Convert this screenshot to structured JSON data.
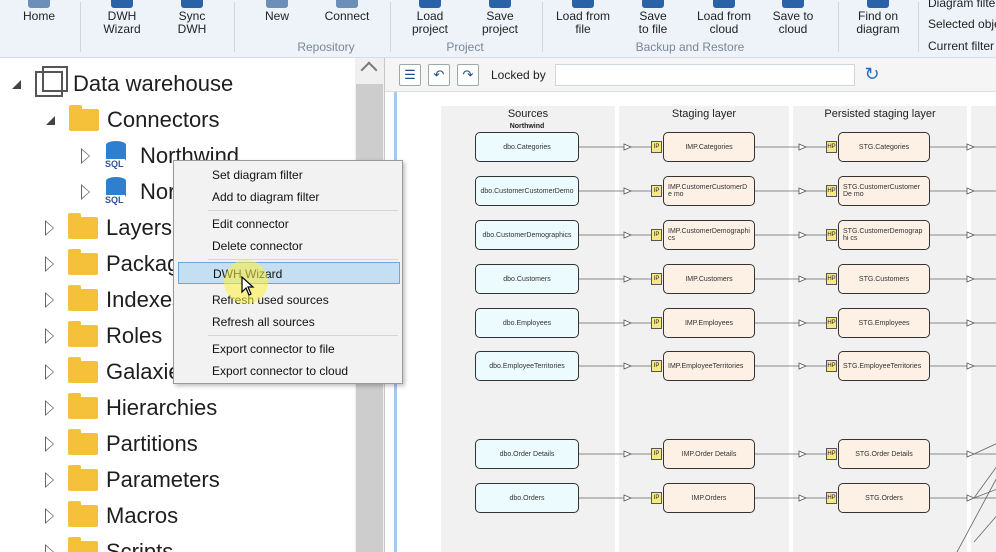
{
  "ribbon": {
    "buttons": [
      {
        "id": "home",
        "label": "Home"
      },
      {
        "id": "dwh-wizard",
        "label": "DWH\nWizard"
      },
      {
        "id": "sync-dwh",
        "label": "Sync\nDWH"
      },
      {
        "id": "new",
        "label": "New"
      },
      {
        "id": "connect",
        "label": "Connect"
      },
      {
        "id": "load-project",
        "label": "Load\nproject"
      },
      {
        "id": "save-project",
        "label": "Save\nproject"
      },
      {
        "id": "load-from-file",
        "label": "Load from\nfile"
      },
      {
        "id": "save-to-file",
        "label": "Save\nto file"
      },
      {
        "id": "load-from-cloud",
        "label": "Load from\ncloud"
      },
      {
        "id": "save-to-cloud",
        "label": "Save to\ncloud"
      },
      {
        "id": "find-on-diagram",
        "label": "Find on\ndiagram"
      }
    ],
    "groups": {
      "repository": "Repository",
      "project": "Project",
      "backup": "Backup and Restore"
    },
    "right_options": [
      "Diagram filte",
      "Selected obje",
      "Current filter"
    ]
  },
  "tree": {
    "root": "Data warehouse",
    "connectors": "Connectors",
    "connector_items": [
      "Northwind",
      "Nor"
    ],
    "folders": [
      "Layers",
      "Packag",
      "Indexes",
      "Roles",
      "Galaxie",
      "Hierarchies",
      "Partitions",
      "Parameters",
      "Macros",
      "Scripts"
    ]
  },
  "context_menu": {
    "items": [
      "Set diagram filter",
      "Add to diagram filter",
      "Edit connector",
      "Delete connector",
      "DWH Wizard",
      "Refresh used sources",
      "Refresh all sources",
      "Export connector to file",
      "Export connector to cloud"
    ],
    "highlighted": "DWH Wizard"
  },
  "diagram": {
    "locked_by_label": "Locked by",
    "locked_by_value": "",
    "columns": [
      "Sources",
      "Staging layer",
      "Persisted staging layer"
    ],
    "source_group": "Northwind",
    "badges": {
      "imp": "IP",
      "stg": "HP"
    },
    "rows": [
      {
        "src": "dbo.Categories",
        "imp": "IMP.Categories",
        "stg": "STG.Categories"
      },
      {
        "src": "dbo.CustomerCustomerDemo",
        "imp": "IMP.CustomerCustomerDe mo",
        "stg": "STG.CustomerCustomerDe mo"
      },
      {
        "src": "dbo.CustomerDemographics",
        "imp": "IMP.CustomerDemographi cs",
        "stg": "STG.CustomerDemographi cs"
      },
      {
        "src": "dbo.Customers",
        "imp": "IMP.Customers",
        "stg": "STG.Customers"
      },
      {
        "src": "dbo.Employees",
        "imp": "IMP.Employees",
        "stg": "STG.Employees"
      },
      {
        "src": "dbo.EmployeeTerritories",
        "imp": "IMP.EmployeeTerritories",
        "stg": "STG.EmployeeTerritories"
      },
      {
        "src": "dbo.Order Details",
        "imp": "IMP.Order Details",
        "stg": "STG.Order Details"
      },
      {
        "src": "dbo.Orders",
        "imp": "IMP.Orders",
        "stg": "STG.Orders"
      }
    ]
  },
  "colors": {
    "accent": "#1f6fc5",
    "source_fill": "#ecfbfe",
    "layer_fill": "#fdf1e6",
    "badge": "#f8e882",
    "highlight": "#c5dff2"
  }
}
